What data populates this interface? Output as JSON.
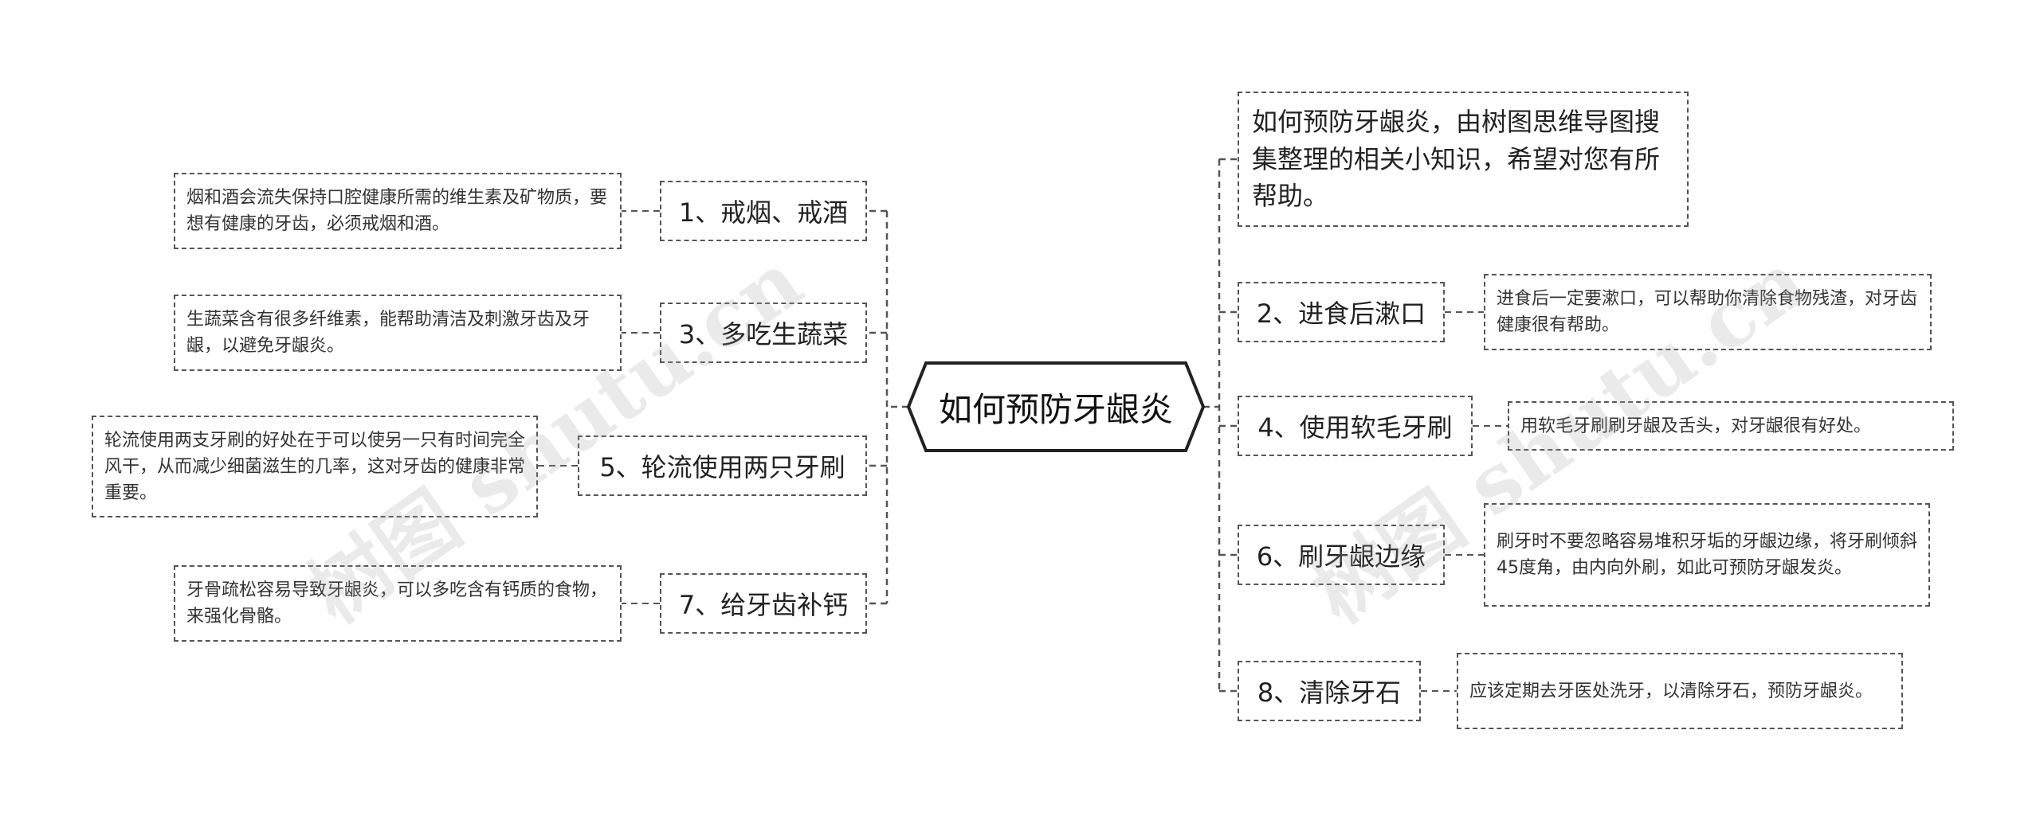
{
  "center": {
    "label": "如何预防牙龈炎"
  },
  "intro": {
    "text": "如何预防牙龈炎，由树图思维导图搜集整理的相关小知识，希望对您有所帮助。"
  },
  "left": [
    {
      "label": "1、戒烟、戒酒",
      "detail": "烟和酒会流失保持口腔健康所需的维生素及矿物质，要想有健康的牙齿，必须戒烟和酒。"
    },
    {
      "label": "3、多吃生蔬菜",
      "detail": "生蔬菜含有很多纤维素，能帮助清洁及刺激牙齿及牙龈，以避免牙龈炎。"
    },
    {
      "label": "5、轮流使用两只牙刷",
      "detail": "轮流使用两支牙刷的好处在于可以使另一只有时间完全风干，从而减少细菌滋生的几率，这对牙齿的健康非常重要。"
    },
    {
      "label": "7、给牙齿补钙",
      "detail": "牙骨疏松容易导致牙龈炎，可以多吃含有钙质的食物，来强化骨骼。"
    }
  ],
  "right": [
    {
      "label": "2、进食后漱口",
      "detail": "进食后一定要漱口，可以帮助你清除食物残渣，对牙齿健康很有帮助。"
    },
    {
      "label": "4、使用软毛牙刷",
      "detail": "用软毛牙刷刷牙龈及舌头，对牙龈很有好处。"
    },
    {
      "label": "6、刷牙龈边缘",
      "detail": "刷牙时不要忽略容易堆积牙垢的牙龈边缘，将牙刷倾斜45度角，由内向外刷，如此可预防牙龈发炎。"
    },
    {
      "label": "8、清除牙石",
      "detail": "应该定期去牙医处洗牙，以清除牙石，预防牙龈炎。"
    }
  ],
  "watermark": [
    "树图 shutu.cn",
    "树图 shutu.cn"
  ],
  "colors": {
    "line": "#555555",
    "text": "#222222"
  }
}
